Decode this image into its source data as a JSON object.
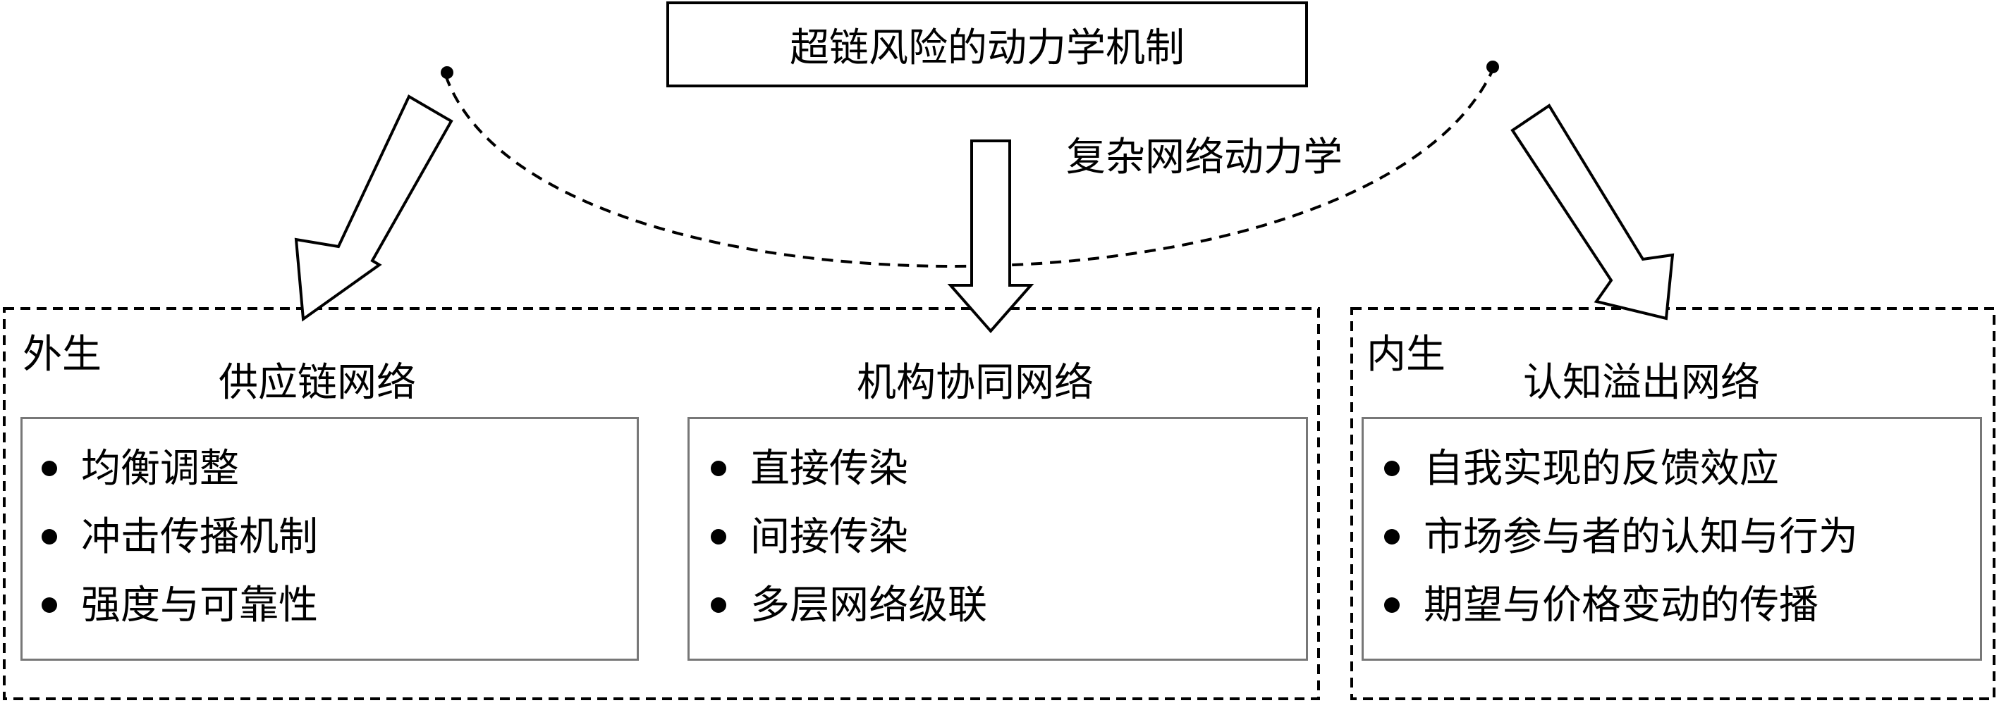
{
  "title": "超链风险的动力学机制",
  "dynamics_label": "复杂网络动力学",
  "regions": {
    "exogenous": {
      "label": "外生"
    },
    "endogenous": {
      "label": "内生"
    }
  },
  "networks": [
    {
      "title": "供应链网络",
      "items": [
        "均衡调整",
        "冲击传播机制",
        "强度与可靠性"
      ]
    },
    {
      "title": "机构协同网络",
      "items": [
        "直接传染",
        "间接传染",
        "多层网络级联"
      ]
    },
    {
      "title": "认知溢出网络",
      "items": [
        "自我实现的反馈效应",
        "市场参与者的认知与行为",
        "期望与价格变动的传播"
      ]
    }
  ]
}
